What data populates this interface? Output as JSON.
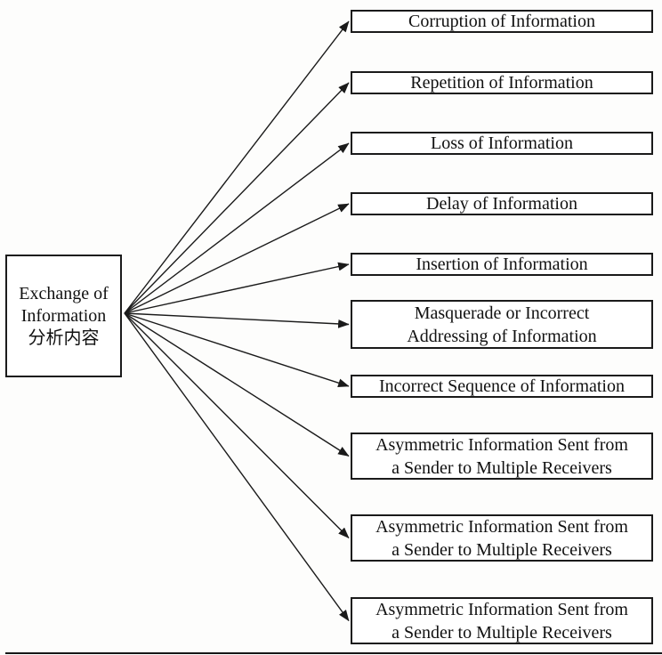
{
  "diagram": {
    "source": {
      "line1": "Exchange of",
      "line2": "Information",
      "line3": "分析内容"
    },
    "targets": [
      {
        "label": "Corruption of Information"
      },
      {
        "label": "Repetition of Information"
      },
      {
        "label": "Loss of Information"
      },
      {
        "label": "Delay of Information"
      },
      {
        "label": "Insertion of Information"
      },
      {
        "label": "Masquerade or Incorrect\nAddressing of Information"
      },
      {
        "label": "Incorrect Sequence of Information"
      },
      {
        "label": "Asymmetric Information Sent from\na Sender to Multiple Receivers"
      },
      {
        "label": "Asymmetric Information Sent from\na Sender to Multiple Receivers"
      },
      {
        "label": "Asymmetric Information Sent from\na Sender to Multiple Receivers"
      }
    ],
    "colors": {
      "line": "#1a1a1a",
      "box_border": "#1a1a1a",
      "background": "#fdfdfc"
    }
  }
}
